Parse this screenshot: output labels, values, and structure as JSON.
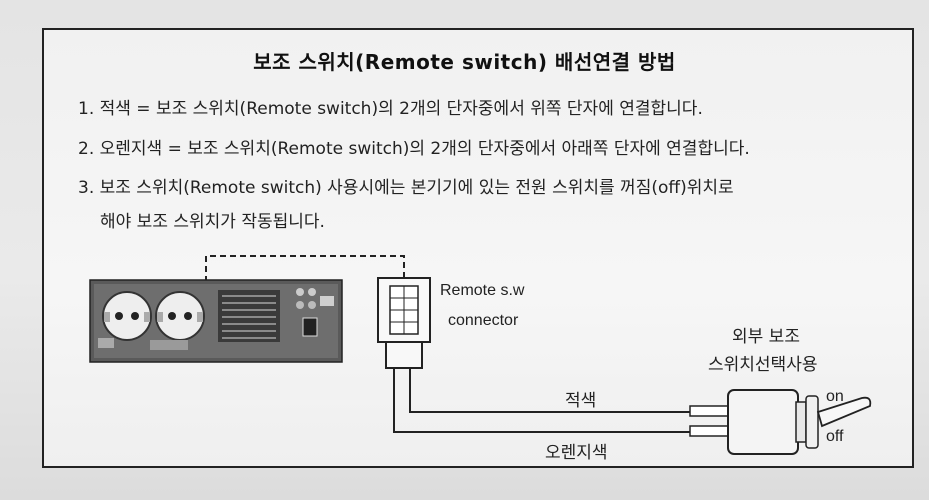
{
  "title": "보조 스위치(Remote switch) 배선연결 방법",
  "instructions": [
    "1. 적색 = 보조 스위치(Remote switch)의 2개의 단자중에서 위쪽 단자에 연결합니다.",
    "2. 오렌지색 = 보조 스위치(Remote switch)의 2개의 단자중에서 아래쪽 단자에 연결합니다.",
    "3. 보조 스위치(Remote switch) 사용시에는 본기기에 있는 전원 스위치를 꺼짐(off)위치로",
    "해야 보조 스위치가 작동됩니다."
  ],
  "diagram": {
    "connector_label_1": "Remote s.w",
    "connector_label_2": "connector",
    "external_switch_label_1": "외부 보조",
    "external_switch_label_2": "스위치선택사용",
    "wire_red_label": "적색",
    "wire_orange_label": "오렌지색",
    "switch_on_label": "on",
    "switch_off_label": "off"
  }
}
